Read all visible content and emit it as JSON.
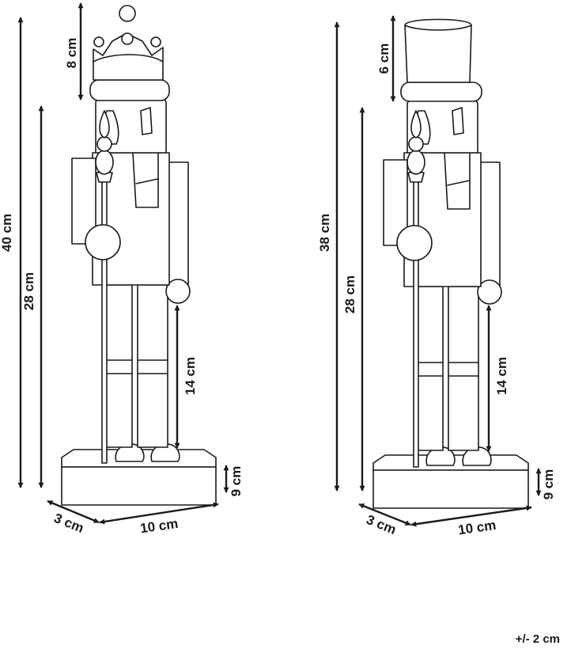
{
  "figures": [
    {
      "name": "nutcracker-crown",
      "dims": {
        "total_height": "40 cm",
        "body_height": "28 cm",
        "hat_height": "8 cm",
        "leg_height": "14 cm",
        "base_height": "9 cm",
        "base_depth": "3 cm",
        "base_width": "10 cm"
      }
    },
    {
      "name": "nutcracker-tophat",
      "dims": {
        "total_height": "38 cm",
        "body_height": "28 cm",
        "hat_height": "6 cm",
        "leg_height": "14 cm",
        "base_height": "9 cm",
        "base_depth": "3 cm",
        "base_width": "10 cm"
      }
    }
  ],
  "tolerance": "+/- 2 cm",
  "colors": {
    "line": "#1a1a1a",
    "background": "#ffffff"
  }
}
